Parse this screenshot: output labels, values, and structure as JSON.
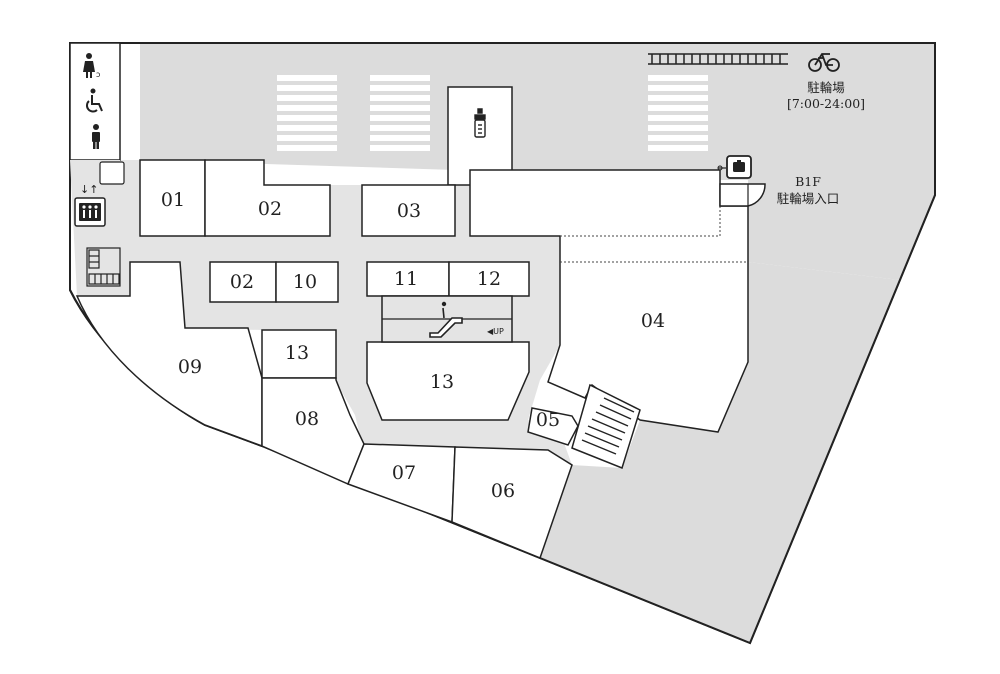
{
  "map": {
    "colors": {
      "outline": "#222222",
      "corridor": "#e4e4e4",
      "parking": "#dcdcdc",
      "room": "#ffffff"
    },
    "rooms": {
      "r01": "01",
      "r02_top": "02",
      "r03": "03",
      "r04": "04",
      "r05": "05",
      "r06": "06",
      "r07": "07",
      "r08": "08",
      "r09": "09",
      "r02_small": "02",
      "r10": "10",
      "r11": "11",
      "r12": "12",
      "r13_small": "13",
      "r13_large": "13"
    },
    "bike_parking": {
      "label": "駐輪場",
      "hours": "[7:00-24:00]"
    },
    "b1f_entrance": {
      "floor": "B1F",
      "label": "駐輪場入口"
    },
    "escalator": {
      "direction_label": "◀UP"
    },
    "icons": {
      "restroom_female_baby": "female-with-baby-icon",
      "restroom_accessible": "wheelchair-icon",
      "restroom_male": "male-icon",
      "elevator": "elevator-icon",
      "baby_bottle": "baby-bottle-icon",
      "bicycle": "bicycle-icon",
      "locker": "locker-icon",
      "escalator": "escalator-icon",
      "stairs": "stairs-icon"
    }
  }
}
